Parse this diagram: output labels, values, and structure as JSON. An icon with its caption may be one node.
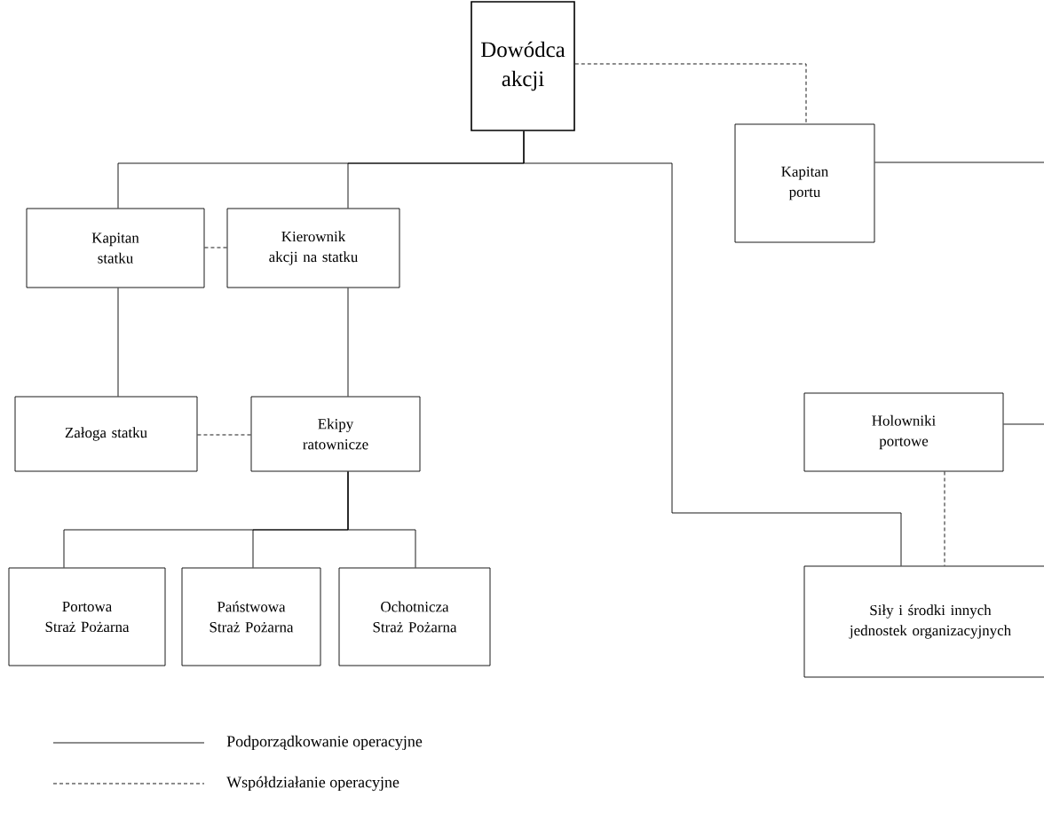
{
  "diagram": {
    "nodes": [
      {
        "text": [
          "Dowódca akcji"
        ]
      },
      {
        "text": [
          "Kapitan portu"
        ]
      },
      {
        "text": [
          "Kapitan statku"
        ]
      },
      {
        "text": [
          "Kierownik akcji na statku"
        ]
      },
      {
        "text": [
          "Załoga statku"
        ]
      },
      {
        "text": [
          "Ekipy ratownicze"
        ]
      },
      {
        "text": [
          "Portowa Straż Pożarna"
        ]
      },
      {
        "text": [
          "Państwowa Straż Pożarna"
        ]
      },
      {
        "text": [
          "Ochotnicza Straż Pożarna"
        ]
      },
      {
        "text": [
          "Holowniki portowe"
        ]
      },
      {
        "text": [
          "Siły i środki innych jednostek organizacyjnych"
        ]
      }
    ],
    "edges": [
      {
        "from": 0,
        "to": 1,
        "arrow": "none",
        "style": "dashed"
      },
      {
        "from": 0,
        "to": 2,
        "arrow": "none"
      },
      {
        "from": 0,
        "to": 3,
        "arrow": "none"
      },
      {
        "from": 0,
        "to": 10,
        "arrow": "none"
      },
      {
        "from": 2,
        "to": 3,
        "arrow": "none",
        "style": "dashed"
      },
      {
        "from": 2,
        "to": 4,
        "arrow": "none"
      },
      {
        "from": 3,
        "to": 5,
        "arrow": "none"
      },
      {
        "from": 4,
        "to": 5,
        "arrow": "none",
        "style": "dashed"
      },
      {
        "from": 5,
        "to": 6,
        "arrow": "none"
      },
      {
        "from": 5,
        "to": 7,
        "arrow": "none"
      },
      {
        "from": 5,
        "to": 8,
        "arrow": "none"
      },
      {
        "from": 1,
        "to": 9,
        "arrow": "none"
      },
      {
        "from": 9,
        "to": 10,
        "arrow": "none",
        "style": "dashed"
      }
    ],
    "legend": [
      {
        "text": "Podporządkowanie operacyjne"
      },
      {
        "text": "Współdziałanie operacyjne"
      }
    ]
  }
}
